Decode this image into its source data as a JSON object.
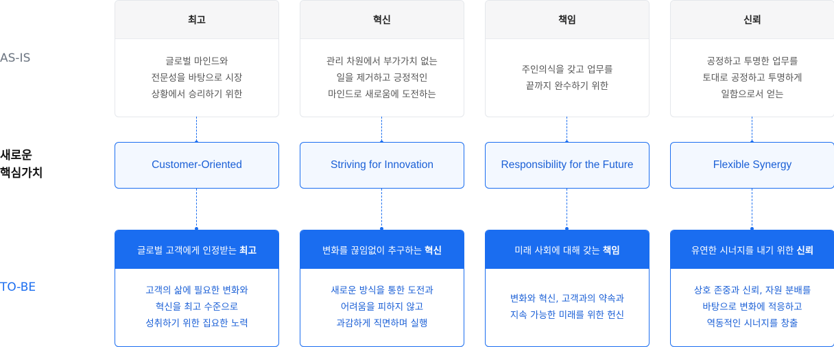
{
  "labels": {
    "as_is": "AS-IS",
    "new_values": "새로운\n핵심가치",
    "to_be": "TO-BE"
  },
  "colors": {
    "accent": "#1a6df0",
    "header_bg": "#f6f6f7",
    "value_bg": "#f3f8ff"
  },
  "columns": [
    {
      "as_is_title": "최고",
      "as_is_text": "글로벌 마인드와\n전문성을 바탕으로 시장\n상황에서 승리하기 위한",
      "core_value": "Customer-Oriented",
      "to_be_title": "글로벌 고객에게 인정받는",
      "to_be_keyword": "최고",
      "to_be_text": "고객의 삶에 필요한 변화와\n혁신을 최고 수준으로\n성취하기 위한 집요한 노력"
    },
    {
      "as_is_title": "혁신",
      "as_is_text": "관리 차원에서 부가가치 없는\n일을 제거하고 긍정적인\n마인드로 새로움에 도전하는",
      "core_value": "Striving for Innovation",
      "to_be_title": "변화를 끊임없이 추구하는",
      "to_be_keyword": "혁신",
      "to_be_text": "새로운 방식을 통한 도전과\n어려움을 피하지 않고\n과감하게 직면하며 실행"
    },
    {
      "as_is_title": "책임",
      "as_is_text": "주인의식을 갖고 업무를\n끝까지 완수하기 위한",
      "core_value": "Responsibility for the Future",
      "to_be_title": "미래 사회에 대해 갖는",
      "to_be_keyword": "책임",
      "to_be_text": "변화와 혁신, 고객과의 약속과\n지속 가능한 미래를 위한 헌신"
    },
    {
      "as_is_title": "신뢰",
      "as_is_text": "공정하고 투명한 업무를\n토대로 공정하고 투명하게\n일함으로서 얻는",
      "core_value": "Flexible Synergy",
      "to_be_title": "유연한 시너지를 내기 위한",
      "to_be_keyword": "신뢰",
      "to_be_text": "상호 존중과 신뢰, 자원 분배를\n바탕으로 변화에 적응하고\n역동적인 시너지를 창출"
    }
  ]
}
